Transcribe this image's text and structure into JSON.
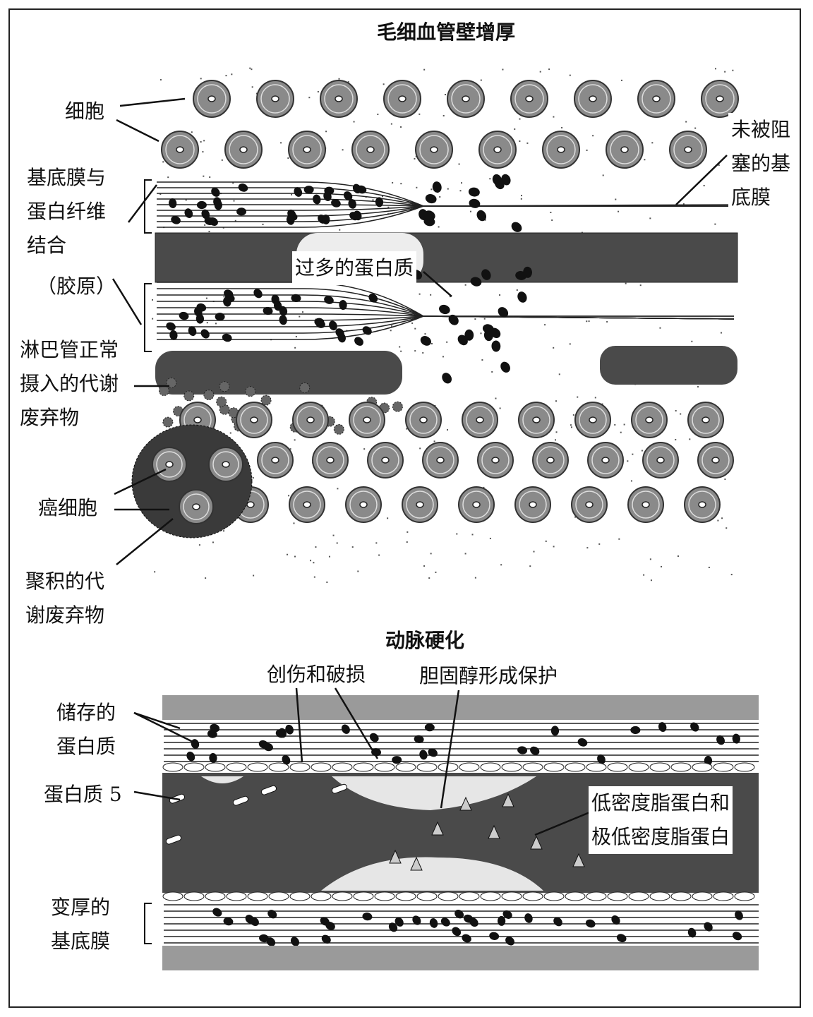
{
  "top_diagram": {
    "title": "毛细血管壁增厚",
    "labels": {
      "cells": "细胞",
      "unblocked_membrane": "未被阻\n塞的基\n底膜",
      "membrane_collagen": "基底膜与\n蛋白纤维\n结合",
      "collagen": "（胶原）",
      "excess_protein": "过多的蛋白质",
      "lymph_waste": "淋巴管正常\n摄入的代谢\n废弃物",
      "cancer_cells": "癌细胞",
      "accumulated_waste": "聚积的代\n谢废弃物"
    }
  },
  "bottom_diagram": {
    "title": "动脉硬化",
    "labels": {
      "injury": "创伤和破损",
      "cholesterol": "胆固醇形成保护",
      "stored_protein": "储存的\n蛋白质",
      "protein5": "蛋白质 5",
      "ldl": "低密度脂蛋白和\n极低密度脂蛋白",
      "thick_membrane": "变厚的\n基底膜"
    }
  },
  "colors": {
    "vessel": "#4a4a4a",
    "cell": "#8a8a8a",
    "band": "#9a9a9a",
    "plaque": "#e6e6e6"
  }
}
